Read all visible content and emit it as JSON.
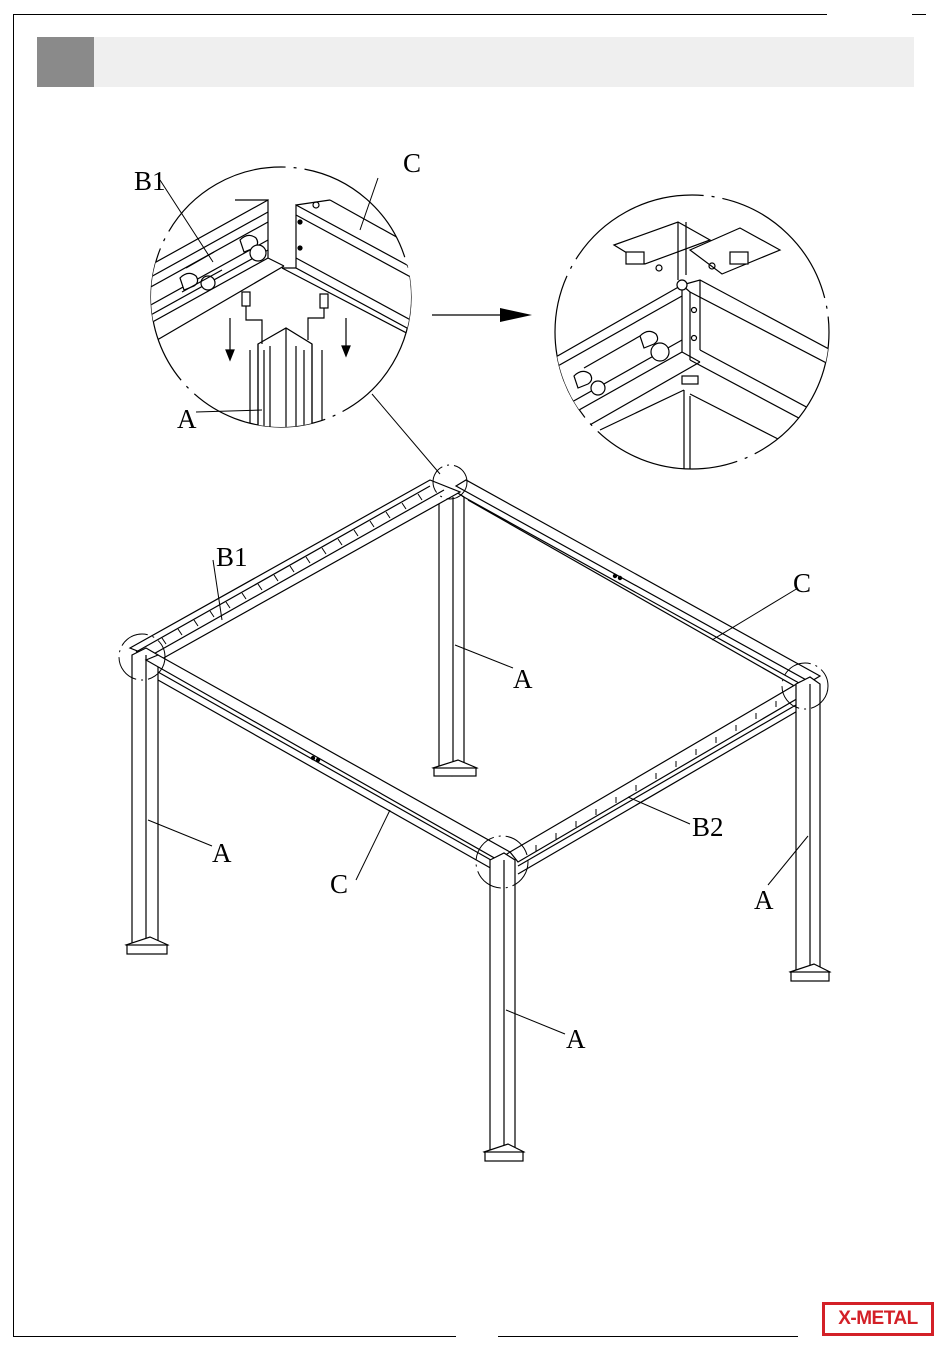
{
  "labels": {
    "inset_left": {
      "b1": "B1",
      "c": "C",
      "a": "A"
    },
    "main": {
      "b1": "B1",
      "c_right": "C",
      "a_center": "A",
      "a_left": "A",
      "c_front": "C",
      "b2": "B2",
      "a_right": "A",
      "a_front": "A"
    }
  },
  "logo": {
    "text": "X-METAL"
  },
  "colors": {
    "line": "#000000",
    "header": "#efefef",
    "step_box": "#8a8a8a",
    "logo": "#d32027"
  }
}
